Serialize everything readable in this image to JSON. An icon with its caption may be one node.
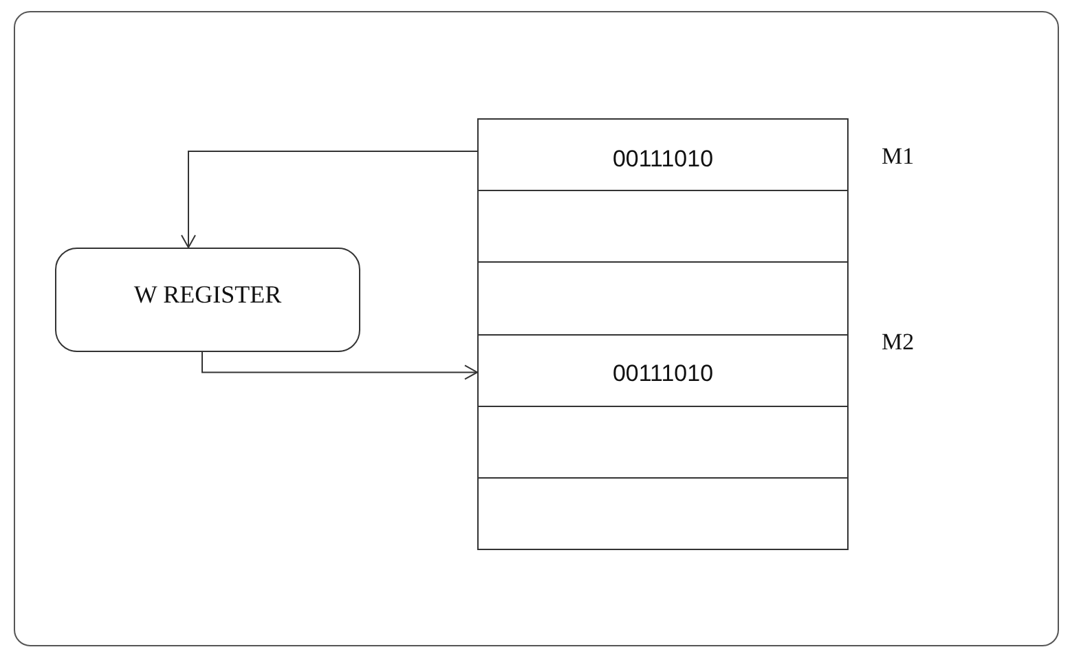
{
  "diagram": {
    "nodes": [
      {
        "text": [
          "00111010"
        ],
        "beside": [
          "M1"
        ]
      },
      {
        "text": [],
        "shape": "box"
      },
      {
        "text": [],
        "shape": "box"
      },
      {
        "text": [
          "00111010"
        ],
        "beside": [
          "M2"
        ]
      },
      {
        "text": [],
        "shape": "box"
      },
      {
        "text": [],
        "shape": "box"
      },
      {
        "text": [
          "W REGISTER"
        ]
      }
    ],
    "edges": [
      {
        "from": 0,
        "to": 6,
        "arrow": "to"
      },
      {
        "from": 6,
        "to": 3,
        "arrow": "to"
      }
    ]
  }
}
